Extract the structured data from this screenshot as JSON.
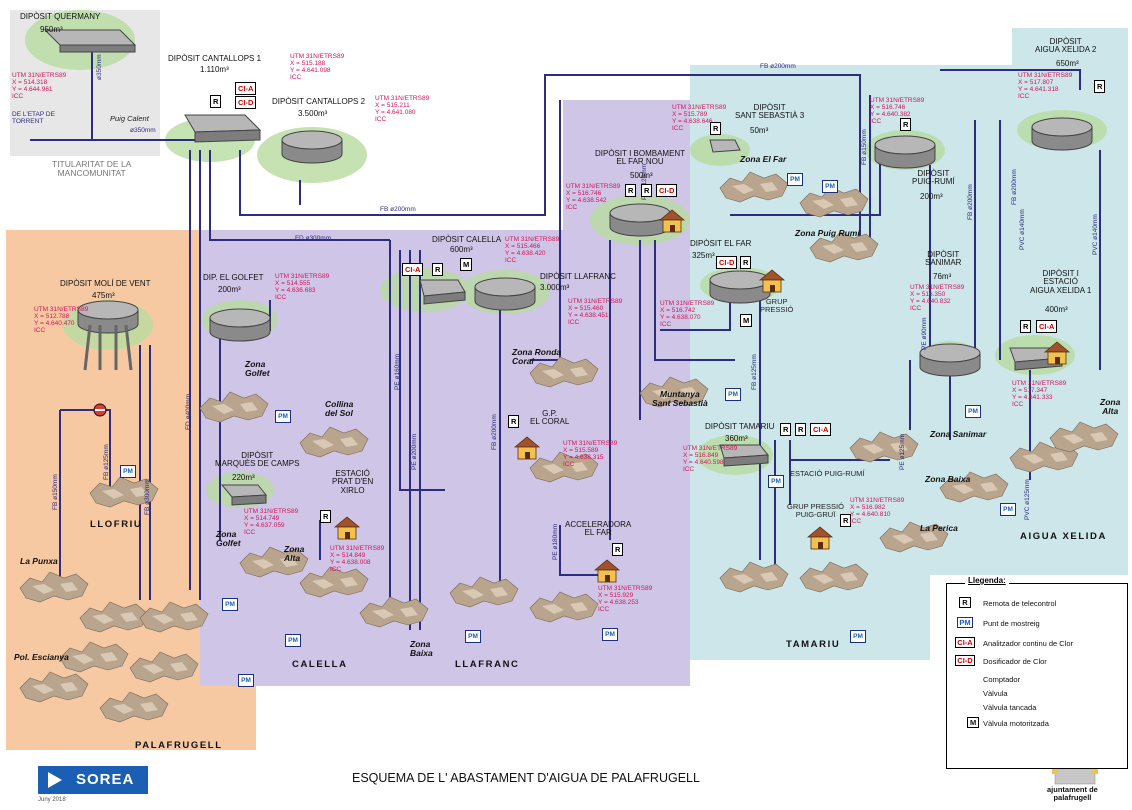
{
  "title": "ESQUEMA DE L' ABASTAMENT D'AIGUA DE PALAFRUGELL",
  "logo_left": "SOREA",
  "logo_right_lines": [
    "ajuntament de",
    "palafrugell"
  ],
  "footnote": "Juny 2018",
  "colors": {
    "palafrugell": "#f6c9a3",
    "calella": "#cfc5e6",
    "xelida": "#cce6ea",
    "mancomunitat": "#e7e7e7",
    "pipe": "#2c2c80",
    "utm": "#d4145a"
  },
  "mancomunitat": {
    "dep_name": "DIPÒSIT QUERMANY",
    "dep_vol": "950m³",
    "utm": [
      "UTM 31N/ETRS89",
      "X = 514.318",
      "Y = 4.644.961",
      "ICC"
    ],
    "etap": [
      "DE L'ETAP DE",
      "TORRENT"
    ],
    "puig": "Puig Calent",
    "pipe": "ø350mm",
    "pipe_v": "ø350mm",
    "owner": [
      "TITULARITAT DE LA",
      "MANCOMUNITAT"
    ]
  },
  "cantallops1": {
    "name": "DIPÒSIT CANTALLOPS 1",
    "vol": "1.110m³",
    "utm": [
      "UTM 31N/ETRS89",
      "X = 515.188",
      "Y = 4.641.098",
      "ICC"
    ]
  },
  "cantallops2": {
    "name": "DIPÒSIT CANTALLOPS 2",
    "vol": "3.500m³",
    "utm": [
      "UTM 31N/ETRS89",
      "X = 515.211",
      "Y = 4.641.080",
      "ICC"
    ]
  },
  "pipes": {
    "fd300": "FD ø300mm",
    "fb200a": "FB ø200mm",
    "fb200b": "FB ø200mm",
    "fd400": "FD ø400mm",
    "pe160": "PE ø160mm",
    "pe200": "PE ø200mm",
    "fb200c": "FB ø200mm",
    "pe180": "PE ø180mm",
    "fb150": "FB ø150mm",
    "fb300": "FB ø300mm",
    "fb125": "FB ø125mm",
    "pe125": "PE ø125mm",
    "fb200d": "FB ø200mm",
    "pvc140a": "PVC ø140mm",
    "pvc140b": "PVC ø140mm",
    "pvc125": "PVC ø125mm",
    "pe90": "PE ø90mm",
    "pe125b": "PE ø125mm",
    "fb125b": "FB ø125mm",
    "fb150b": "FB ø150mm",
    "fb200e": "FB ø200mm"
  },
  "moli": {
    "name": "DIPÒSIT MOLÍ DE VENT",
    "vol": "475m³",
    "utm": [
      "UTM 31N/ETRS89",
      "X = 512.788",
      "Y = 4.640.470",
      "ICC"
    ]
  },
  "golfet": {
    "name": "DIP. EL GOLFET",
    "vol": "200m³",
    "utm": [
      "UTM 31N/ETRS89",
      "X = 514.555",
      "Y = 4.636.683",
      "ICC"
    ]
  },
  "marques": {
    "name": [
      "DIPÒSIT",
      "MARQUÈS DE CAMPS"
    ],
    "vol": "220m³",
    "utm": [
      "UTM 31N/ETRS89",
      "X = 514.749",
      "Y = 4.637.059",
      "ICC"
    ]
  },
  "prat": {
    "name": [
      "ESTACIÓ",
      "PRAT D'EN",
      "XIRLO"
    ],
    "utm": [
      "UTM 31N/ETRS89",
      "X = 514.849",
      "Y = 4.638.008",
      "ICC"
    ]
  },
  "calella_dep": {
    "name": "DIPÒSIT CALELLA",
    "vol": "600m³",
    "utm": [
      "UTM 31N/ETRS89",
      "X = 515.466",
      "Y = 4.638.420",
      "ICC"
    ]
  },
  "llafranc_dep": {
    "name": "DIPÒSIT LLAFRANC",
    "vol": "3.000m³",
    "utm": [
      "UTM 31N/ETRS89",
      "X = 515.460",
      "Y = 4.638.451",
      "ICC"
    ]
  },
  "elfarnou": {
    "name": [
      "DIPÒSIT I BOMBAMENT",
      "EL FAR NOU"
    ],
    "vol": "500m³",
    "utm": [
      "UTM 31N/ETRS89",
      "X = 516.746",
      "Y = 4.638.542",
      "ICC"
    ]
  },
  "santsebastia": {
    "name": [
      "DIPÒSIT",
      "SANT SEBASTIÀ 3"
    ],
    "vol": "50m³",
    "utm": [
      "UTM 31N/ETRS89",
      "X = 515.789",
      "Y = 4.638.646",
      "ICC"
    ]
  },
  "elfar": {
    "name": "DIPÒSIT  EL FAR",
    "vol": "325m³",
    "utm": [
      "UTM 31N/ETRS89",
      "X = 516.742",
      "Y = 4.638.070",
      "ICC"
    ]
  },
  "grup": [
    "GRUP",
    "PRESSIÓ"
  ],
  "elcoral": {
    "name": [
      "G.P.",
      "EL CORAL"
    ],
    "utm": [
      "UTM 31N/ETRS89",
      "X = 515.589",
      "Y = 4.638.315",
      "ICC"
    ]
  },
  "acceleradora": {
    "name": [
      "ACCELERADORA",
      "EL FAR"
    ],
    "utm": [
      "UTM 31N/ETRS89",
      "X = 515.929",
      "Y = 4.638.253",
      "ICC"
    ]
  },
  "puigrumi": {
    "name": [
      "DIPÒSIT",
      "PUIG-RUMÍ"
    ],
    "vol": "200m³",
    "utm": [
      "UTM 31N/ETRS89",
      "X = 516.746",
      "Y = 4.640.382",
      "ICC"
    ]
  },
  "xelida2": {
    "name": [
      "DIPÒSIT",
      "AIGUA XELIDA 2"
    ],
    "vol": "650m³",
    "utm": [
      "UTM 31N/ETRS89",
      "X = 517.807",
      "Y = 4.641.318",
      "ICC"
    ]
  },
  "sanimar": {
    "name": [
      "DIPÒSIT",
      "SANIMAR"
    ],
    "vol": "76m³",
    "utm": [
      "UTM 31N/ETRS89",
      "X = 516.350",
      "Y = 4.640.832",
      "ICC"
    ]
  },
  "xelida1": {
    "name": [
      "DIPÒSIT I",
      "ESTACIÓ",
      "AIGUA XELIDA 1"
    ],
    "vol": "400m³",
    "utm": [
      "UTM 31N/ETRS89",
      "X = 517.347",
      "Y = 4.641.333",
      "ICC"
    ]
  },
  "tamariu": {
    "name": "DIPÒSIT TAMARIU",
    "vol": "360m³",
    "utm": [
      "UTM 31N/ETRS89",
      "X = 516.849",
      "Y = 4.640.598",
      "ICC"
    ]
  },
  "estpuigrumi": "ESTACIÓ PUIG-RUMÍ",
  "grupgrui": {
    "name": [
      "GRUP PRESSIÓ",
      "PUIG-GRUÏ"
    ],
    "utm": [
      "UTM 31N/ETRS89",
      "X = 516.982",
      "Y = 4.640.810",
      "ICC"
    ]
  },
  "zones": {
    "golfet": [
      "Zona",
      "Golfet"
    ],
    "collina": [
      "Collina",
      "del Sol"
    ],
    "golfet2": [
      "Zona",
      "Golfet"
    ],
    "alta": [
      "Zona",
      "Alta"
    ],
    "baixa": [
      "Zona",
      "Baixa"
    ],
    "ronda": [
      "Zona Ronda",
      "Coral"
    ],
    "elfar": "Zona El Far",
    "puigrumi": "Zona Puig Rumí",
    "muntanya": [
      "Muntanya",
      "Sant Sebastià"
    ],
    "sanimar": "Zona Sanimar",
    "perica": "La Perica",
    "baixa2": "Zona Baixa",
    "alta2": [
      "Zona",
      "Alta"
    ],
    "punxa": "La Punxa",
    "escianya": "Pol. Escianya"
  },
  "areas": {
    "llofriu": "LLOFRIU",
    "calella": "CALELLA",
    "llafranc": "LLAFRANC",
    "tamariu": "TAMARIU",
    "xelida": "AIGUA XELIDA",
    "palafrugell": "PALAFRUGELL"
  },
  "badges": {
    "r": "R",
    "pm": "PM",
    "cia": "CI-A",
    "cid": "CI-D",
    "m": "M"
  },
  "legend": {
    "title": "Llegenda:",
    "items": [
      "Remota de telecontrol",
      "Punt de mostreig",
      "Analitzador continu de Clor",
      "Dosificador de Clor",
      "Comptador",
      "Vàlvula",
      "Vàlvula tancada",
      "Vàlvula motoritzada"
    ]
  }
}
